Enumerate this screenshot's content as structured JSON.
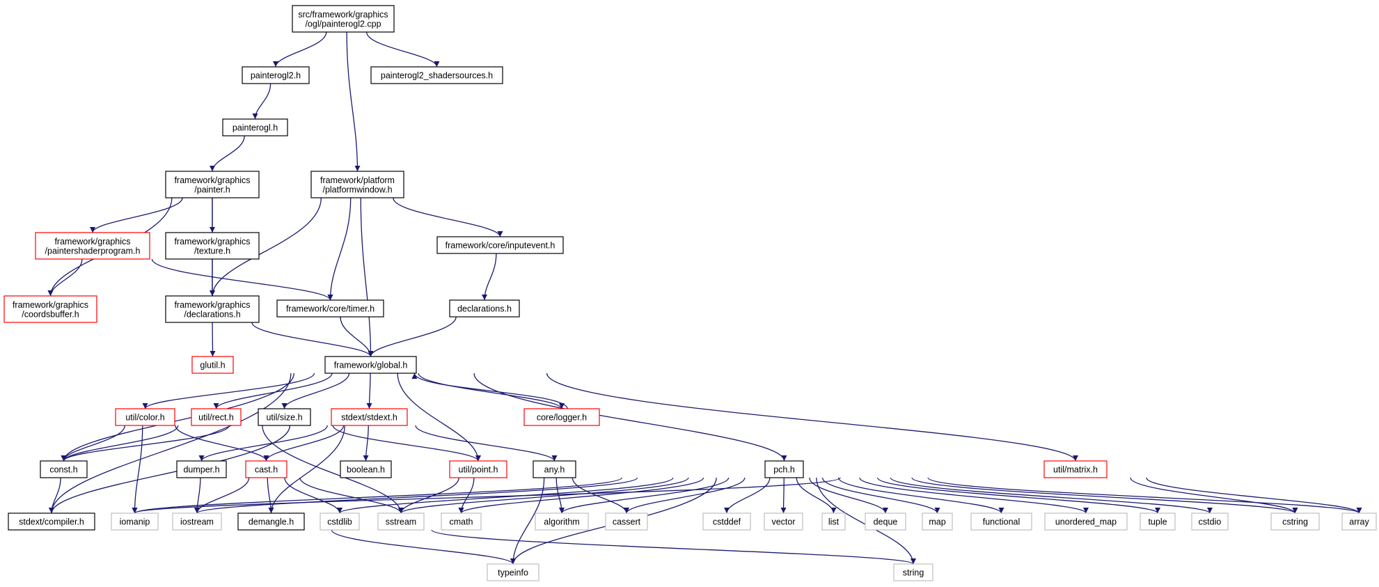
{
  "colors": {
    "edge": "#191970",
    "root_fill": "#bfbfbf",
    "border_black": "#000000",
    "border_red": "#ff0000",
    "border_gray": "#bfbfbf"
  },
  "nodes": [
    {
      "id": "root",
      "lines": [
        "src/framework/graphics",
        "/ogl/painterogl2.cpp"
      ],
      "style": "root"
    },
    {
      "id": "painterogl2_h",
      "lines": [
        "painterogl2.h"
      ],
      "style": "black"
    },
    {
      "id": "shadersources_h",
      "lines": [
        "painterogl2_shadersources.h"
      ],
      "style": "black"
    },
    {
      "id": "painterogl_h",
      "lines": [
        "painterogl.h"
      ],
      "style": "black"
    },
    {
      "id": "painter_h",
      "lines": [
        "framework/graphics",
        "/painter.h"
      ],
      "style": "black"
    },
    {
      "id": "platformwindow_h",
      "lines": [
        "framework/platform",
        "/platformwindow.h"
      ],
      "style": "black"
    },
    {
      "id": "paintershaderprogram_h",
      "lines": [
        "framework/graphics",
        "/paintershaderprogram.h"
      ],
      "style": "red"
    },
    {
      "id": "texture_h",
      "lines": [
        "framework/graphics",
        "/texture.h"
      ],
      "style": "black"
    },
    {
      "id": "inputevent_h",
      "lines": [
        "framework/core/inputevent.h"
      ],
      "style": "black"
    },
    {
      "id": "coordsbuffer_h",
      "lines": [
        "framework/graphics",
        "/coordsbuffer.h"
      ],
      "style": "red"
    },
    {
      "id": "gdeclarations_h",
      "lines": [
        "framework/graphics",
        "/declarations.h"
      ],
      "style": "black"
    },
    {
      "id": "timer_h",
      "lines": [
        "framework/core/timer.h"
      ],
      "style": "black"
    },
    {
      "id": "declarations_h",
      "lines": [
        "declarations.h"
      ],
      "style": "black"
    },
    {
      "id": "glutil_h",
      "lines": [
        "glutil.h"
      ],
      "style": "red"
    },
    {
      "id": "global_h",
      "lines": [
        "framework/global.h"
      ],
      "style": "black"
    },
    {
      "id": "color_h",
      "lines": [
        "util/color.h"
      ],
      "style": "red"
    },
    {
      "id": "rect_h",
      "lines": [
        "util/rect.h"
      ],
      "style": "red"
    },
    {
      "id": "size_h",
      "lines": [
        "util/size.h"
      ],
      "style": "black"
    },
    {
      "id": "stdext_h",
      "lines": [
        "stdext/stdext.h"
      ],
      "style": "red"
    },
    {
      "id": "logger_h",
      "lines": [
        "core/logger.h"
      ],
      "style": "red"
    },
    {
      "id": "const_h",
      "lines": [
        "const.h"
      ],
      "style": "black"
    },
    {
      "id": "dumper_h",
      "lines": [
        "dumper.h"
      ],
      "style": "black"
    },
    {
      "id": "cast_h",
      "lines": [
        "cast.h"
      ],
      "style": "red"
    },
    {
      "id": "boolean_h",
      "lines": [
        "boolean.h"
      ],
      "style": "black"
    },
    {
      "id": "point_h",
      "lines": [
        "util/point.h"
      ],
      "style": "red"
    },
    {
      "id": "any_h",
      "lines": [
        "any.h"
      ],
      "style": "black"
    },
    {
      "id": "pch_h",
      "lines": [
        "pch.h"
      ],
      "style": "black"
    },
    {
      "id": "matrix_h",
      "lines": [
        "util/matrix.h"
      ],
      "style": "red"
    },
    {
      "id": "compiler_h",
      "lines": [
        "stdext/compiler.h"
      ],
      "style": "black"
    },
    {
      "id": "iomanip",
      "lines": [
        "iomanip"
      ],
      "style": "gray"
    },
    {
      "id": "iostream",
      "lines": [
        "iostream"
      ],
      "style": "gray"
    },
    {
      "id": "demangle_h",
      "lines": [
        "demangle.h"
      ],
      "style": "black"
    },
    {
      "id": "cstdlib",
      "lines": [
        "cstdlib"
      ],
      "style": "gray"
    },
    {
      "id": "sstream",
      "lines": [
        "sstream"
      ],
      "style": "gray"
    },
    {
      "id": "cmath",
      "lines": [
        "cmath"
      ],
      "style": "gray"
    },
    {
      "id": "algorithm",
      "lines": [
        "algorithm"
      ],
      "style": "gray"
    },
    {
      "id": "cassert",
      "lines": [
        "cassert"
      ],
      "style": "gray"
    },
    {
      "id": "cstddef",
      "lines": [
        "cstddef"
      ],
      "style": "gray"
    },
    {
      "id": "vector",
      "lines": [
        "vector"
      ],
      "style": "gray"
    },
    {
      "id": "list",
      "lines": [
        "list"
      ],
      "style": "gray"
    },
    {
      "id": "deque",
      "lines": [
        "deque"
      ],
      "style": "gray"
    },
    {
      "id": "map",
      "lines": [
        "map"
      ],
      "style": "gray"
    },
    {
      "id": "functional",
      "lines": [
        "functional"
      ],
      "style": "gray"
    },
    {
      "id": "unordered_map",
      "lines": [
        "unordered_map"
      ],
      "style": "gray"
    },
    {
      "id": "tuple",
      "lines": [
        "tuple"
      ],
      "style": "gray"
    },
    {
      "id": "cstdio",
      "lines": [
        "cstdio"
      ],
      "style": "gray"
    },
    {
      "id": "cstring",
      "lines": [
        "cstring"
      ],
      "style": "gray"
    },
    {
      "id": "array",
      "lines": [
        "array"
      ],
      "style": "gray"
    },
    {
      "id": "typeinfo",
      "lines": [
        "typeinfo"
      ],
      "style": "gray"
    },
    {
      "id": "string",
      "lines": [
        "string"
      ],
      "style": "gray"
    }
  ],
  "edges": [
    [
      "root",
      "painterogl2_h"
    ],
    [
      "root",
      "shadersources_h"
    ],
    [
      "root",
      "platformwindow_h"
    ],
    [
      "painterogl2_h",
      "painterogl_h"
    ],
    [
      "painterogl_h",
      "painter_h"
    ],
    [
      "painter_h",
      "paintershaderprogram_h"
    ],
    [
      "painter_h",
      "texture_h"
    ],
    [
      "painter_h",
      "coordsbuffer_h"
    ],
    [
      "painter_h",
      "gdeclarations_h"
    ],
    [
      "paintershaderprogram_h",
      "coordsbuffer_h"
    ],
    [
      "paintershaderprogram_h",
      "timer_h"
    ],
    [
      "texture_h",
      "gdeclarations_h"
    ],
    [
      "platformwindow_h",
      "gdeclarations_h"
    ],
    [
      "platformwindow_h",
      "timer_h"
    ],
    [
      "platformwindow_h",
      "inputevent_h"
    ],
    [
      "platformwindow_h",
      "global_h"
    ],
    [
      "inputevent_h",
      "declarations_h"
    ],
    [
      "gdeclarations_h",
      "glutil_h"
    ],
    [
      "gdeclarations_h",
      "global_h"
    ],
    [
      "timer_h",
      "global_h"
    ],
    [
      "declarations_h",
      "global_h"
    ],
    [
      "global_h",
      "color_h"
    ],
    [
      "global_h",
      "rect_h"
    ],
    [
      "global_h",
      "size_h"
    ],
    [
      "global_h",
      "stdext_h"
    ],
    [
      "global_h",
      "logger_h"
    ],
    [
      "global_h",
      "const_h"
    ],
    [
      "global_h",
      "compiler_h"
    ],
    [
      "global_h",
      "point_h"
    ],
    [
      "global_h",
      "pch_h"
    ],
    [
      "global_h",
      "matrix_h"
    ],
    [
      "logger_h",
      "global_h"
    ],
    [
      "color_h",
      "const_h"
    ],
    [
      "color_h",
      "cast_h"
    ],
    [
      "color_h",
      "iomanip"
    ],
    [
      "rect_h",
      "const_h"
    ],
    [
      "rect_h",
      "sstream"
    ],
    [
      "size_h",
      "const_h"
    ],
    [
      "size_h",
      "point_h"
    ],
    [
      "stdext_h",
      "compiler_h"
    ],
    [
      "stdext_h",
      "dumper_h"
    ],
    [
      "stdext_h",
      "cast_h"
    ],
    [
      "stdext_h",
      "boolean_h"
    ],
    [
      "stdext_h",
      "any_h"
    ],
    [
      "stdext_h",
      "demangle_h"
    ],
    [
      "const_h",
      "compiler_h"
    ],
    [
      "dumper_h",
      "iostream"
    ],
    [
      "cast_h",
      "demangle_h"
    ],
    [
      "cast_h",
      "iostream"
    ],
    [
      "cast_h",
      "cstdlib"
    ],
    [
      "cast_h",
      "sstream"
    ],
    [
      "point_h",
      "sstream"
    ],
    [
      "point_h",
      "cmath"
    ],
    [
      "any_h",
      "algorithm"
    ],
    [
      "any_h",
      "cassert"
    ],
    [
      "any_h",
      "typeinfo"
    ],
    [
      "matrix_h",
      "cstring"
    ],
    [
      "matrix_h",
      "array"
    ],
    [
      "matrix_h",
      "iomanip"
    ],
    [
      "pch_h",
      "iomanip"
    ],
    [
      "pch_h",
      "iostream"
    ],
    [
      "pch_h",
      "cstdlib"
    ],
    [
      "pch_h",
      "sstream"
    ],
    [
      "pch_h",
      "cmath"
    ],
    [
      "pch_h",
      "algorithm"
    ],
    [
      "pch_h",
      "cassert"
    ],
    [
      "pch_h",
      "cstddef"
    ],
    [
      "pch_h",
      "vector"
    ],
    [
      "pch_h",
      "list"
    ],
    [
      "pch_h",
      "deque"
    ],
    [
      "pch_h",
      "map"
    ],
    [
      "pch_h",
      "functional"
    ],
    [
      "pch_h",
      "unordered_map"
    ],
    [
      "pch_h",
      "tuple"
    ],
    [
      "pch_h",
      "cstdio"
    ],
    [
      "pch_h",
      "cstring"
    ],
    [
      "pch_h",
      "array"
    ],
    [
      "pch_h",
      "typeinfo"
    ],
    [
      "pch_h",
      "string"
    ],
    [
      "demangle_h",
      "typeinfo"
    ],
    [
      "demangle_h",
      "string"
    ]
  ]
}
